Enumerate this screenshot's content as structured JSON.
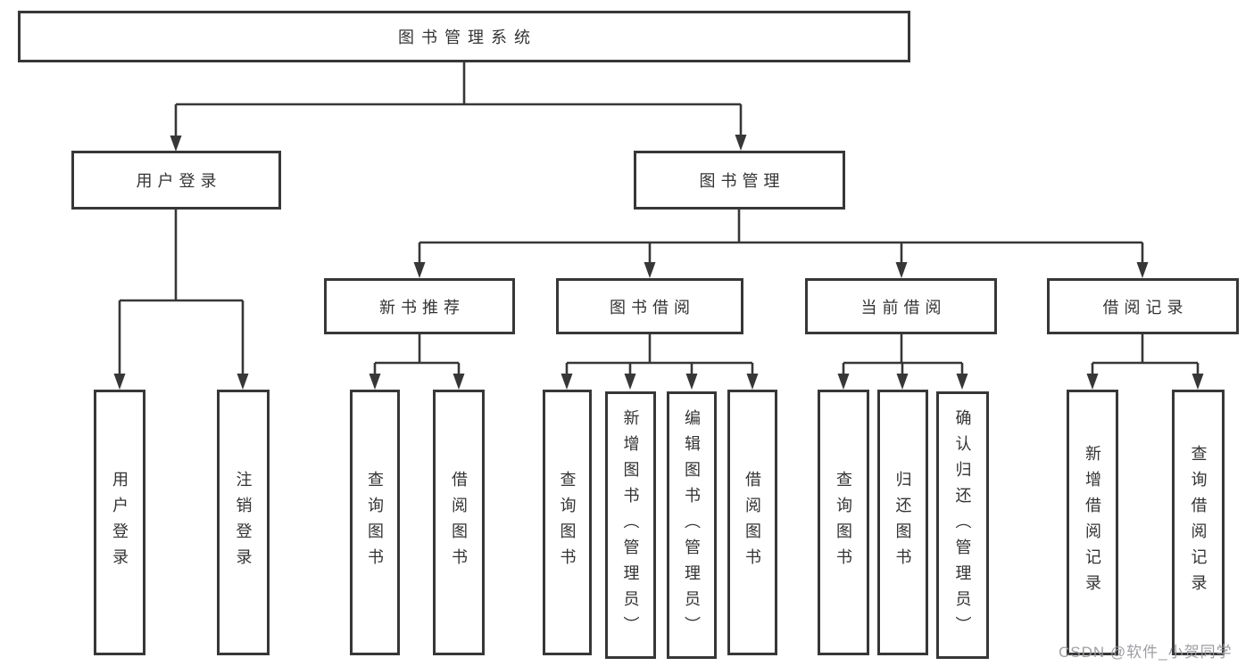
{
  "diagram_title": "图书管理系统",
  "watermark": {
    "text": "CSDN @软件_小贺同学"
  },
  "colors": {
    "line": "#373737",
    "box_background": "#ffffff",
    "text": "#333333",
    "watermark": "#99999e"
  },
  "tree": {
    "root": "图书管理系统",
    "children": [
      {
        "label": "用户登录",
        "children": [
          "用户登录",
          "注销登录"
        ]
      },
      {
        "label": "图书管理",
        "children": [
          {
            "label": "新书推荐",
            "children": [
              "查询图书",
              "借阅图书"
            ]
          },
          {
            "label": "图书借阅",
            "children": [
              "查询图书",
              "新增图书（管理员）",
              "编辑图书（管理员）",
              "借阅图书"
            ]
          },
          {
            "label": "当前借阅",
            "children": [
              "查询图书",
              "归还图书",
              "确认归还（管理员）"
            ]
          },
          {
            "label": "借阅记录",
            "children": [
              "新增借阅记录",
              "查询借阅记录"
            ]
          }
        ]
      }
    ]
  }
}
